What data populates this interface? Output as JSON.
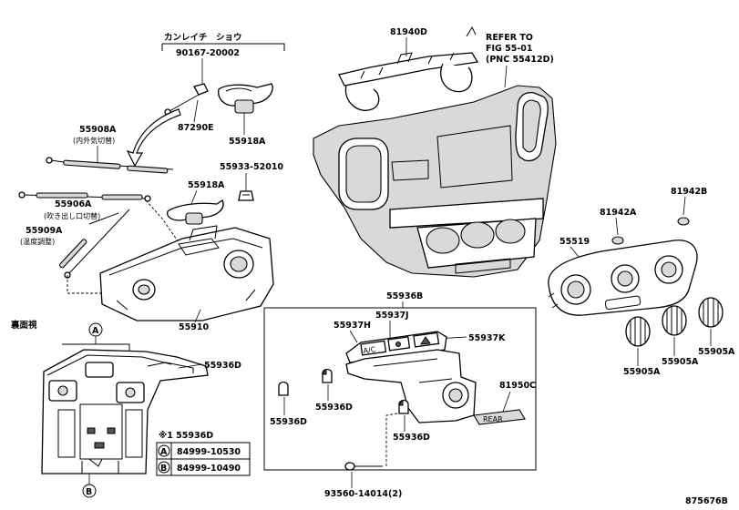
{
  "diagram_id": "875676B",
  "part_labels": {
    "kanreichi_shoyo": "カンレイチ　ショウ",
    "p90167": "90167-20002",
    "p87290E": "87290E",
    "p55918A_top": "55918A",
    "p55908A": "55908A",
    "p55908A_sub": "(内外気切替)",
    "p55933": "55933-52010",
    "p55918A_mid": "55918A",
    "p55906A": "55906A",
    "p55906A_sub": "(吹き出し口切替)",
    "p55909A": "55909A",
    "p55909A_sub": "(温度調整)",
    "p55910": "55910",
    "p81940D": "81940D",
    "refer_line1": "REFER TO",
    "refer_line2": "FIG 55-01",
    "refer_line3": "(PNC 55412D)",
    "p81942B": "81942B",
    "p81942A": "81942A",
    "p55519": "55519",
    "p55936B": "55936B",
    "p55937J": "55937J",
    "p55937H": "55937H",
    "p55937K": "55937K",
    "p55936D_a": "55936D",
    "p55936D_b": "55936D",
    "p55936D_c": "55936D",
    "p81950C": "81950C",
    "p93560": "93560-14014(2)",
    "p55905A_a": "55905A",
    "p55905A_b": "55905A",
    "p55905A_c": "55905A",
    "rear_view": "裏面視",
    "callout_top": "55936D",
    "ref_a": "A",
    "ref_b": "B"
  },
  "legend": {
    "title": "※1  55936D",
    "rows": [
      {
        "key": "A",
        "value": "84999-10530"
      },
      {
        "key": "B",
        "value": "84999-10490"
      }
    ]
  },
  "panel_buttons": {
    "ac": "A/C",
    "rear": "REAR"
  },
  "colors": {
    "line": "#000000",
    "shade": "#d9d9d9",
    "background": "#ffffff"
  }
}
